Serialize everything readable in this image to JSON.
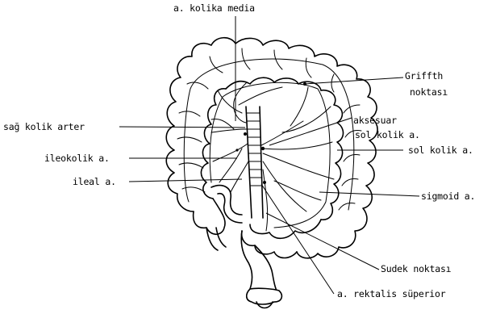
{
  "labels": {
    "kolika_media": "a. kolika media",
    "griffith_1": "Griffth",
    "griffith_2": "noktası",
    "sag_kolik": "sağ kolik arter",
    "aksesuar": "aksesuar",
    "sol_kolik_1": "sol kolik a.",
    "sol_kolik_2": "sol kolik a.",
    "ileokolik": "ileokolik a.",
    "ileal": "ileal a.",
    "sigmoid": "sigmoid a.",
    "sudek": "Sudek noktası",
    "rektalis": "a. rektalis süperior"
  }
}
